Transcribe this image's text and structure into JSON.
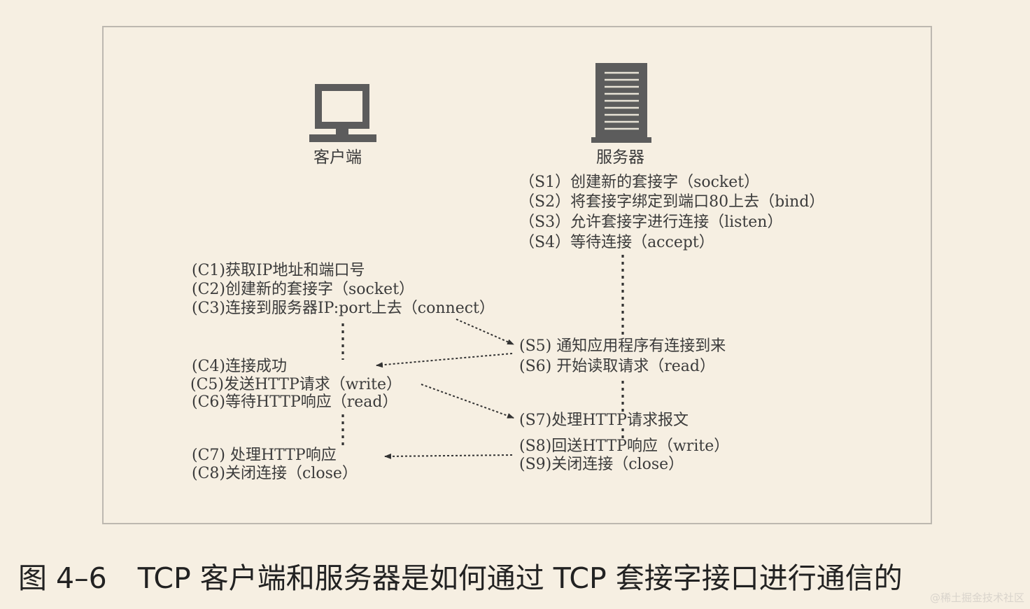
{
  "client": {
    "label": "客户端",
    "steps": [
      "(C1)获取IP地址和端口号",
      "(C2)创建新的套接字（socket）",
      "(C3)连接到服务器IP:port上去（connect）",
      "(C4)连接成功",
      "(C5)发送HTTP请求（write）",
      "(C6)等待HTTP响应（read）",
      "(C7) 处理HTTP响应",
      "(C8)关闭连接（close）"
    ]
  },
  "server": {
    "label": "服务器",
    "steps": [
      "（S1）创建新的套接字（socket）",
      "（S2）将套接字绑定到端口80上去（bind）",
      "（S3）允许套接字进行连接（listen）",
      "（S4）等待连接（accept）",
      "(S5) 通知应用程序有连接到来",
      "(S6) 开始读取请求（read）",
      "(S7)处理HTTP请求报文",
      "(S8)回送HTTP响应（write）",
      "(S9)关闭连接（close）"
    ]
  },
  "caption": {
    "figure": "图 4–6",
    "text": "TCP 客户端和服务器是如何通过 TCP 套接字接口进行通信的"
  },
  "watermark": "@稀土掘金技术社区",
  "colors": {
    "background": "#f6efe2",
    "frame": "#bdb8b0",
    "icon": "#5c5c5c",
    "text": "#3b3b3b"
  }
}
